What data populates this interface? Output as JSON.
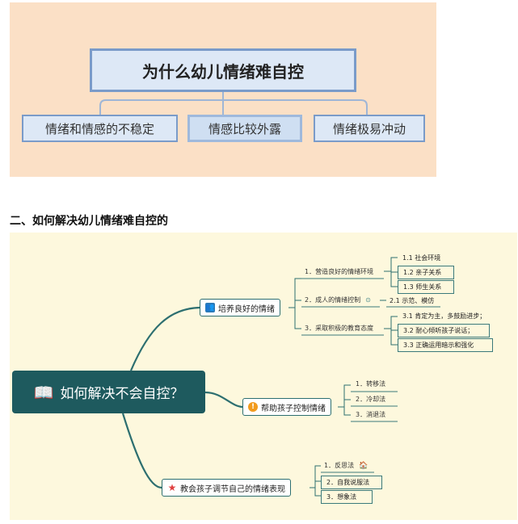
{
  "top_diagram": {
    "title": "为什么幼儿情绪难自控",
    "children": [
      "情绪和情感的不稳定",
      "情感比较外露",
      "情绪极易冲动"
    ]
  },
  "section_heading": "二、如何解决幼儿情绪难自控的",
  "mind_map": {
    "central": "如何解决不会自控？",
    "branches": [
      {
        "label": "培养良好的情绪",
        "icon": "people-icon",
        "subs": [
          {
            "label": "1．营造良好的情绪环境",
            "children": [
              "1.1 社会环境",
              "1.2 亲子关系",
              "1.3 师生关系"
            ]
          },
          {
            "label": "2．成人的情绪控制",
            "children": [
              "2.1 示范、模仿"
            ]
          },
          {
            "label": "3．采取积极的教育态度",
            "children": [
              "3.1 肯定为主，多鼓励进步；",
              "3.2 耐心倾听孩子说话；",
              "3.3 正确运用暗示和强化"
            ]
          }
        ]
      },
      {
        "label": "帮助孩子控制情绪",
        "icon": "warning-icon",
        "subs": [
          {
            "label": "1．转移法"
          },
          {
            "label": "2．冷却法"
          },
          {
            "label": "3．消退法"
          }
        ]
      },
      {
        "label": "教会孩子调节自己的情绪表现",
        "icon": "star-icon",
        "subs": [
          {
            "label": "1．反思法"
          },
          {
            "label": "2．自我说服法"
          },
          {
            "label": "3．想象法"
          }
        ]
      }
    ]
  },
  "colors": {
    "top_panel": "#fbe0c6",
    "top_box_fill": "#dde8f6",
    "top_box_border": "#7a9bc9",
    "map_panel": "#fdf8dd",
    "central_fill": "#1e5a5e",
    "link": "#2d6f70"
  }
}
